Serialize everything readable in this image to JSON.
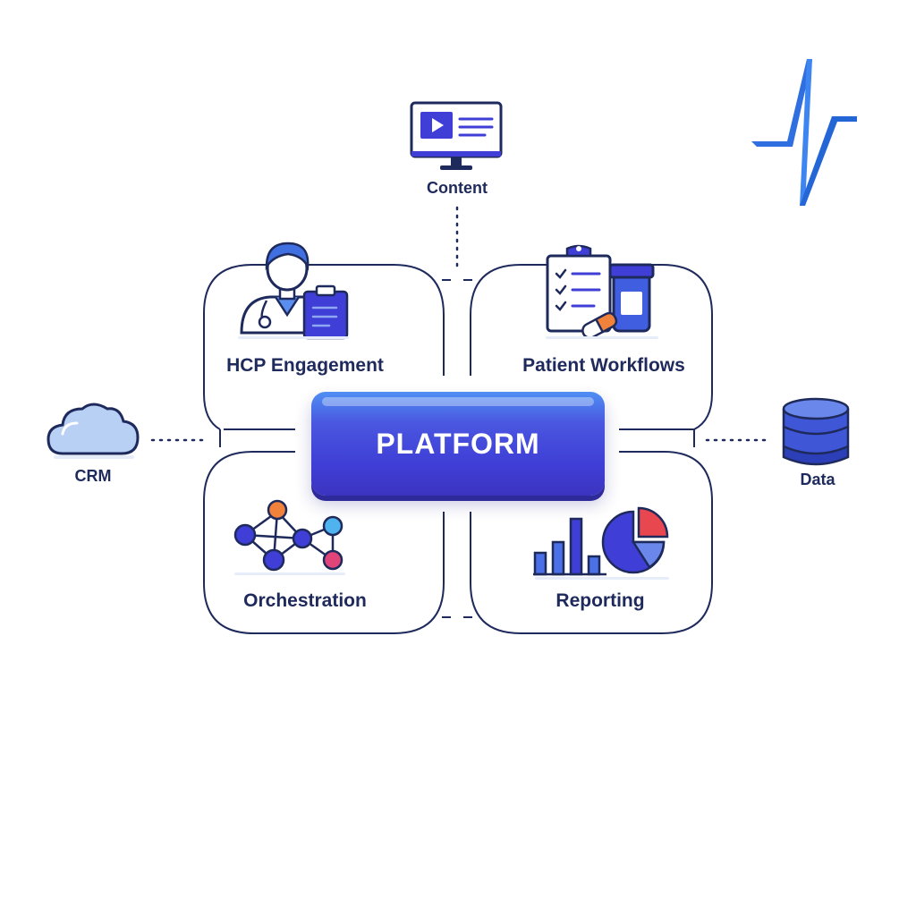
{
  "center": {
    "label": "PLATFORM"
  },
  "cards": {
    "hcp": {
      "label": "HCP Engagement",
      "icon": "doctor-clipboard-icon"
    },
    "patient": {
      "label": "Patient Workflows",
      "icon": "checklist-pills-icon"
    },
    "orchestration": {
      "label": "Orchestration",
      "icon": "network-graph-icon"
    },
    "reporting": {
      "label": "Reporting",
      "icon": "bar-pie-chart-icon"
    }
  },
  "nodes": {
    "content": {
      "label": "Content",
      "icon": "monitor-video-icon"
    },
    "crm": {
      "label": "CRM",
      "icon": "cloud-icon"
    },
    "data": {
      "label": "Data",
      "icon": "database-icon"
    }
  },
  "logo": {
    "icon": "pulse-logo-icon"
  },
  "colors": {
    "navy": "#1f2a5c",
    "primary": "#3f3ed6",
    "accent_blue": "#2f6fe0",
    "orange": "#f0823c",
    "pink": "#e0457a",
    "cyan": "#4fb3f0",
    "red": "#e8474f"
  }
}
